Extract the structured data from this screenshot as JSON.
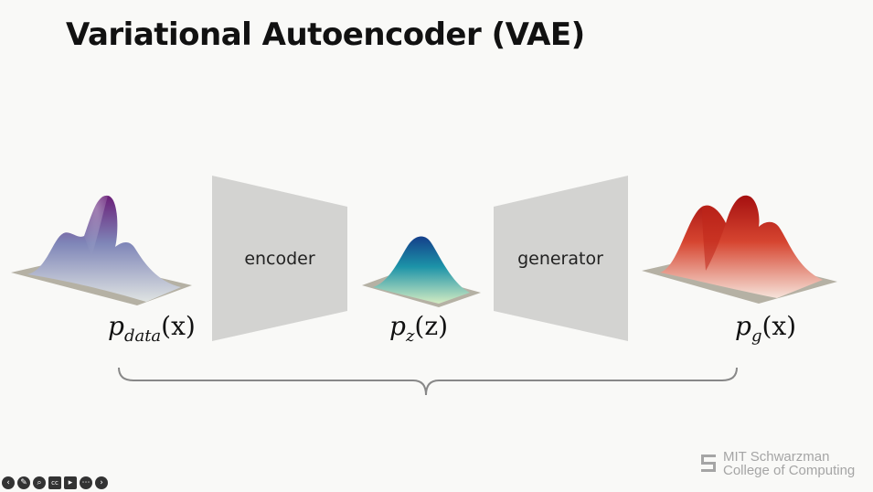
{
  "title": "Variational Autoencoder (VAE)",
  "nodes": {
    "data_dist": {
      "label_base": "p",
      "label_sub": "data",
      "label_arg": "(x)"
    },
    "encoder": {
      "label": "encoder"
    },
    "latent_dist": {
      "label_base": "p",
      "label_sub": "z",
      "label_arg": "(z)"
    },
    "generator": {
      "label": "generator"
    },
    "generated_dist": {
      "label_base": "p",
      "label_sub": "g",
      "label_arg": "(x)"
    }
  },
  "colors": {
    "block": "#d3d3d1",
    "plane": "#b5b1a4",
    "brace": "#888888",
    "data_peak": "#6a1f78",
    "data_base": "#9fb4c7",
    "latent_peak": "#143f8a",
    "latent_mid": "#1c93a8",
    "latent_base": "#c8e3b8",
    "gen_peak": "#a51010",
    "gen_mid": "#d64530",
    "gen_base": "#f3d8cc"
  },
  "toolbar": {
    "icons": [
      "prev-icon",
      "pen-icon",
      "zoom-icon",
      "captions-icon",
      "camera-icon",
      "more-icon",
      "next-icon"
    ]
  },
  "branding": {
    "line1": "MIT Schwarzman",
    "line2": "College of Computing"
  }
}
